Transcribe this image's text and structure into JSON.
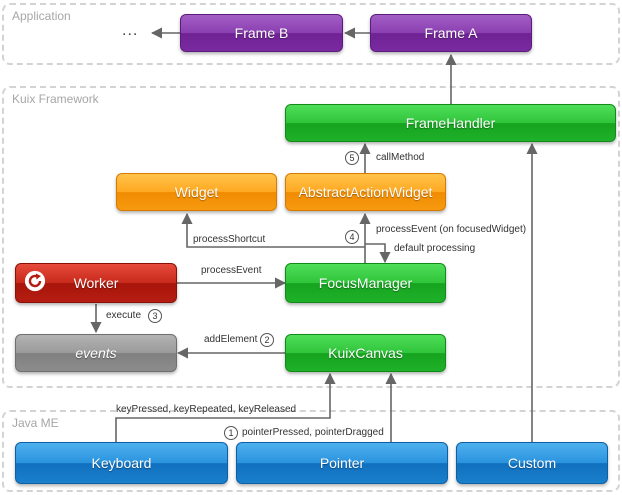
{
  "layers": {
    "application": "Application",
    "framework": "Kuix Framework",
    "javame": "Java ME"
  },
  "boxes": {
    "frame_b": "Frame B",
    "frame_a": "Frame A",
    "ellipsis": "...",
    "frame_handler": "FrameHandler",
    "widget": "Widget",
    "abstract_action_widget": "AbstractActionWidget",
    "worker": "Worker",
    "focus_manager": "FocusManager",
    "events": "events",
    "kuix_canvas": "KuixCanvas",
    "keyboard": "Keyboard",
    "pointer": "Pointer",
    "custom": "Custom"
  },
  "labels": {
    "call_method": "callMethod",
    "process_event_focused": "processEvent (on focusedWidget)",
    "default_processing": "default processing",
    "process_shortcut": "processShortcut",
    "process_event": "processEvent",
    "execute": "execute",
    "add_element": "addElement",
    "key_events": "keyPressed, keyRepeated, keyReleased",
    "pointer_events": "pointerPressed, pointerDragged"
  },
  "steps": {
    "s1": "1",
    "s2": "2",
    "s3": "3",
    "s4": "4",
    "s5": "5"
  },
  "colors": {
    "purple": "#7a2aa1",
    "green": "#1fb129",
    "orange": "#f79a10",
    "red": "#b51d12",
    "gray": "#8c8c8c",
    "blue": "#1a80cc",
    "connector": "#666666",
    "layer_border": "#d3d3d3"
  }
}
